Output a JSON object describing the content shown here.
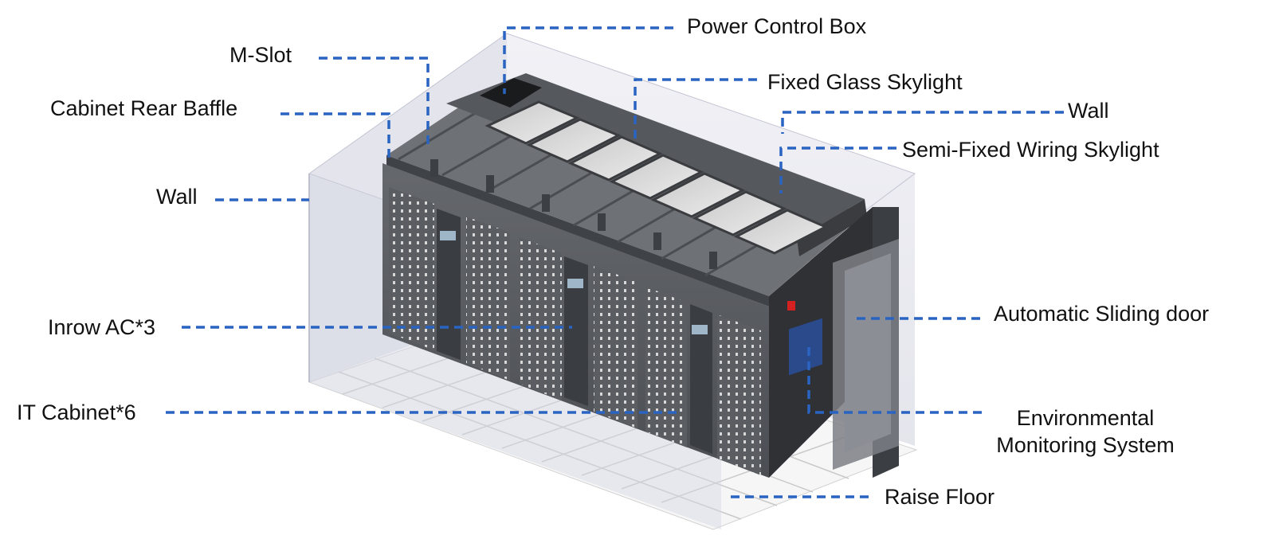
{
  "labels": {
    "power_control_box": "Power Control Box",
    "m_slot": "M-Slot",
    "fixed_glass_skylight": "Fixed Glass Skylight",
    "cabinet_rear_baffle": "Cabinet Rear Baffle",
    "wall_right": "Wall",
    "semi_fixed_wiring_skylight": "Semi-Fixed Wiring Skylight",
    "wall_left": "Wall",
    "inrow_ac": "Inrow AC*3",
    "automatic_sliding_door": "Automatic Sliding door",
    "it_cabinet": "IT Cabinet*6",
    "environmental_monitoring_line1": "Environmental",
    "environmental_monitoring_line2": "Monitoring System",
    "raise_floor": "Raise Floor"
  },
  "colors": {
    "leader_line": "#2a64c2",
    "cabinet": "#55585d",
    "cabinet_dark": "#3a3c40",
    "glass_wall": "#dcdde8",
    "floor_grid": "#c9c9c9",
    "skylight": "#d9d9d9",
    "label_text": "#111111"
  }
}
